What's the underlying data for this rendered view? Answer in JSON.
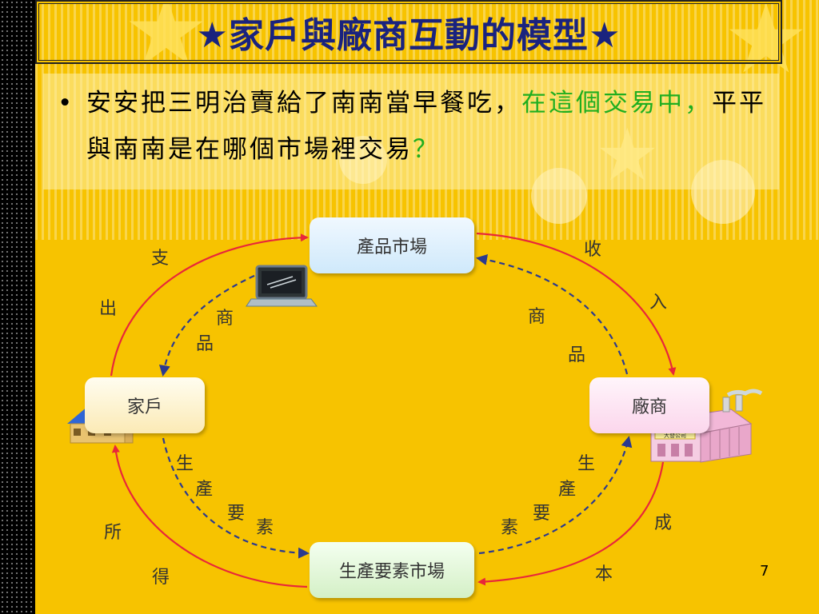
{
  "title": "★家戶與廠商互動的模型★",
  "question": {
    "bullet": "•",
    "part1": "安安把三明治賣給了南南當早餐吃，",
    "highlight1": "在這個交易中，",
    "part2": "平平與南南是在哪個市場裡交易",
    "highlight2": "？"
  },
  "diagram": {
    "nodes": {
      "product_market": "產品市場",
      "household": "家戶",
      "firm": "廠商",
      "factor_market": "生產要素市場"
    },
    "labels": {
      "expense_1": "支",
      "expense_2": "出",
      "goods_left_1": "商",
      "goods_left_2": "品",
      "revenue_1": "收",
      "revenue_2": "入",
      "goods_right_1": "商",
      "goods_right_2": "品",
      "factor_left_1": "生",
      "factor_left_2": "產",
      "factor_left_3": "要",
      "factor_left_4": "素",
      "income_1": "所",
      "income_2": "得",
      "factor_right_1": "生",
      "factor_right_2": "產",
      "factor_right_3": "要",
      "factor_right_4": "素",
      "cost_1": "成",
      "cost_2": "本"
    },
    "factory_sign": "大發公司",
    "colors": {
      "money_flow": "#e8263a",
      "goods_flow": "#2b3a8f"
    }
  },
  "page_number": "7"
}
